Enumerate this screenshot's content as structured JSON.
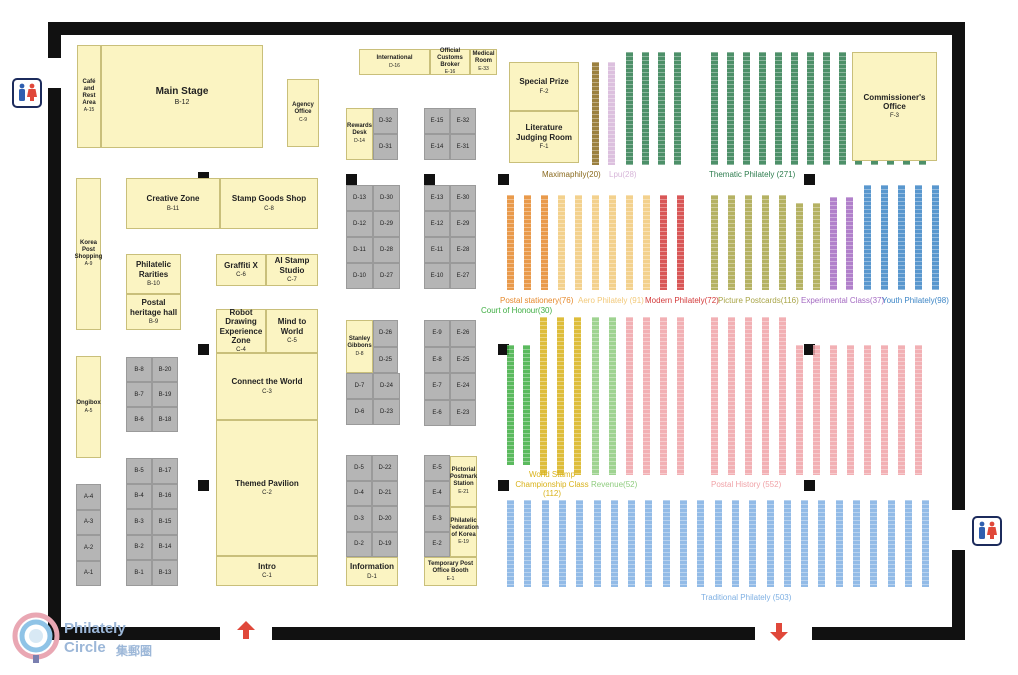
{
  "colors": {
    "wall": "#111111",
    "booth_fill": "#fbf4c2",
    "booth_border": "#c9bf7a",
    "grey_booth": "#b5b5b5",
    "arrow": "#e0483a",
    "toilet_male": "#2f5fb0",
    "toilet_female": "#e0483a"
  },
  "booths": [
    {
      "id": "a15",
      "name": "Café and Rest Area",
      "code": "A-15",
      "cls": "small"
    },
    {
      "id": "b12",
      "name": "Main Stage",
      "code": "B-12",
      "cls": "big"
    },
    {
      "id": "c9",
      "name": "Agency Office",
      "code": "C-9",
      "cls": "small"
    },
    {
      "id": "a9",
      "name": "Korea Post Shopping",
      "code": "A-9",
      "cls": "small"
    },
    {
      "id": "b11",
      "name": "Creative Zone",
      "code": "B-11",
      "cls": ""
    },
    {
      "id": "c8",
      "name": "Stamp Goods Shop",
      "code": "C-8",
      "cls": ""
    },
    {
      "id": "b10",
      "name": "Philatelic Rarities",
      "code": "B-10",
      "cls": ""
    },
    {
      "id": "b9",
      "name": "Postal heritage hall",
      "code": "B-9",
      "cls": ""
    },
    {
      "id": "c6",
      "name": "Graffiti X",
      "code": "C-6",
      "cls": ""
    },
    {
      "id": "c7",
      "name": "AI Stamp Studio",
      "code": "C-7",
      "cls": ""
    },
    {
      "id": "c4",
      "name": "Robot Drawing Experience Zone",
      "code": "C-4",
      "cls": ""
    },
    {
      "id": "c5",
      "name": "Mind to World",
      "code": "C-5",
      "cls": ""
    },
    {
      "id": "c3",
      "name": "Connect the World",
      "code": "C-3",
      "cls": ""
    },
    {
      "id": "c2",
      "name": "Themed Pavilion",
      "code": "C-2",
      "cls": ""
    },
    {
      "id": "c1",
      "name": "Intro",
      "code": "C-1",
      "cls": ""
    },
    {
      "id": "a5",
      "name": "Ongibox",
      "code": "A-5",
      "cls": "small"
    },
    {
      "id": "d16",
      "name": "International",
      "code": "D-16",
      "cls": "small"
    },
    {
      "id": "e16",
      "name": "Official Customs Broker",
      "code": "E-16",
      "cls": "small"
    },
    {
      "id": "e33",
      "name": "Medical Room",
      "code": "E-33",
      "cls": "small"
    },
    {
      "id": "d14",
      "name": "Rewards Desk",
      "code": "D-14",
      "cls": "small"
    },
    {
      "id": "d8",
      "name": "Stanley Gibbons",
      "code": "D-8",
      "cls": "small"
    },
    {
      "id": "d1",
      "name": "Information",
      "code": "D-1",
      "cls": ""
    },
    {
      "id": "e21",
      "name": "Pictorial Postmark Station",
      "code": "E-21",
      "cls": "small"
    },
    {
      "id": "e19",
      "name": "Philatelic Federation of Korea",
      "code": "E-19",
      "cls": "small"
    },
    {
      "id": "e1",
      "name": "Temporary Post Office Booth",
      "code": "E-1",
      "cls": "small"
    },
    {
      "id": "f2",
      "name": "Special Prize",
      "code": "F-2",
      "cls": ""
    },
    {
      "id": "f1",
      "name": "Literature Judging Room",
      "code": "F-1",
      "cls": ""
    },
    {
      "id": "f3",
      "name": "Commissioner's Office",
      "code": "F-3",
      "cls": ""
    }
  ],
  "grey_booths": {
    "a": [
      "A-4",
      "A-3",
      "A-2",
      "A-1"
    ],
    "b_upper": [
      "B-8",
      "B-20",
      "B-7",
      "B-19",
      "B-6",
      "B-18"
    ],
    "b_lower": [
      "B-5",
      "B-17",
      "B-4",
      "B-16",
      "B-3",
      "B-15",
      "B-2",
      "B-14",
      "B-1",
      "B-13"
    ],
    "d_top": [
      "D-32",
      "D-31"
    ],
    "e_top": [
      "E-15",
      "E-32",
      "E-14",
      "E-31"
    ],
    "d_mid": [
      "D-13",
      "D-30",
      "D-12",
      "D-29",
      "D-11",
      "D-28",
      "D-10",
      "D-27"
    ],
    "e_mid": [
      "E-13",
      "E-30",
      "E-12",
      "E-29",
      "E-11",
      "E-28",
      "E-10",
      "E-27"
    ],
    "d_low": [
      "D-26",
      "D-25",
      "D-7",
      "D-24",
      "D-6",
      "D-23"
    ],
    "e_low": [
      "E-9",
      "E-26",
      "E-8",
      "E-25",
      "E-7",
      "E-24",
      "E-6",
      "E-23"
    ],
    "d_bot": [
      "D-5",
      "D-22",
      "D-4",
      "D-21",
      "D-3",
      "D-20",
      "D-2",
      "D-19"
    ],
    "e_bot": [
      "E-5",
      "E-4",
      "E-3",
      "E-2"
    ]
  },
  "classes": [
    {
      "id": "maxi",
      "label": "Maximaphily(20)",
      "color": "#8a6a1e"
    },
    {
      "id": "lpu",
      "label": "Lpu(28)",
      "color": "#d7b6d9"
    },
    {
      "id": "thematic",
      "label": "Thematic Philately (271)",
      "color": "#2e7d4f"
    },
    {
      "id": "postal_stat",
      "label": "Postal stationery(76)",
      "color": "#e6892c"
    },
    {
      "id": "aero",
      "label": "Aero Philately (91)",
      "color": "#f2c97a"
    },
    {
      "id": "modern",
      "label": "Modern Philately(72)",
      "color": "#d33a3a"
    },
    {
      "id": "picture",
      "label": "Picture Postcards(116)",
      "color": "#a9a548"
    },
    {
      "id": "experimental",
      "label": "Experimental Class(37)",
      "color": "#a46ac2"
    },
    {
      "id": "youth",
      "label": "Youth Philately(98)",
      "color": "#3d86c6"
    },
    {
      "id": "court",
      "label": "Court of Honour(30)",
      "color": "#3fae43"
    },
    {
      "id": "wsc",
      "label": "World Stamp Championship Class (112)",
      "color": "#d9b21a"
    },
    {
      "id": "revenue",
      "label": "Revenue(52)",
      "color": "#8fcc7e"
    },
    {
      "id": "postal_history",
      "label": "Postal History (552)",
      "color": "#f0a3a8"
    },
    {
      "id": "traditional",
      "label": "Traditional Philately (503)",
      "color": "#7fb0e3"
    }
  ],
  "logo": {
    "line1": "Philately",
    "line2": "Circle",
    "cjk": "集郵圈"
  }
}
